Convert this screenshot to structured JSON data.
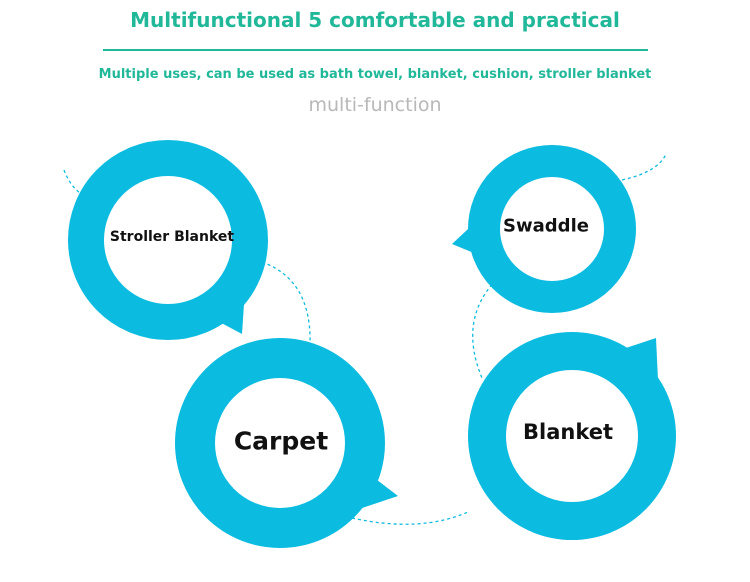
{
  "header": {
    "title": "Multifunctional 5 comfortable and practical",
    "subtitle": "Multiple uses, can be used as bath towel, blanket, cushion, stroller blanket",
    "caption": "multi-function"
  },
  "colors": {
    "accent": "#21b89a",
    "ring": "#0bbbe0",
    "caption": "#b8b8b8"
  },
  "bubbles": {
    "stroller": "Stroller Blanket",
    "swaddle": "Swaddle",
    "carpet": "Carpet",
    "blanket": "Blanket"
  }
}
